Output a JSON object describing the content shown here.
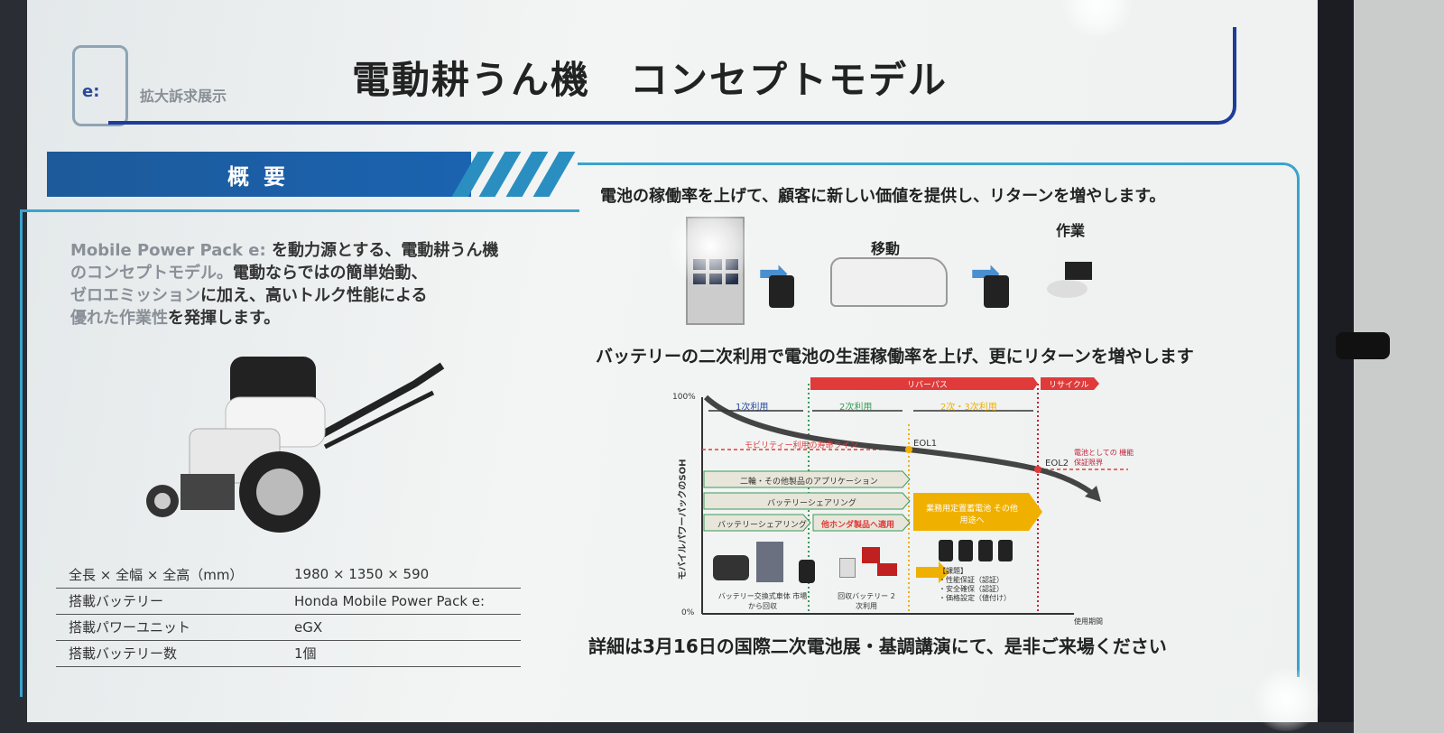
{
  "header": {
    "title": "電動耕うん機　コンセプトモデル",
    "subtitle": "拡大訴求展示",
    "logo": "e:"
  },
  "overview": {
    "section_label": "概要",
    "description_gray": "Mobile Power Pack e:",
    "description": "を動力源とする、電動耕うん機",
    "description_gray2": "のコンセプトモデル。",
    "description_rest": "電動ならではの簡単始動、",
    "description_gray3": "ゼロエミッション",
    "description_rest2": "に加え、高いトルク性能による",
    "description_gray4": "優れた作業性",
    "description_rest3": "を発揮します。"
  },
  "specs": [
    {
      "label": "全長 × 全幅 × 全高（mm）",
      "value": "1980 × 1350 × 590"
    },
    {
      "label": "搭載バッテリー",
      "value": "Honda Mobile Power Pack e:"
    },
    {
      "label": "搭載パワーユニット",
      "value": "eGX"
    },
    {
      "label": "搭載バッテリー数",
      "value": "1個"
    }
  ],
  "right": {
    "headline1": "電池の稼働率を上げて、顧客に新しい価値を提供し、リターンを増やします。",
    "move_label": "移動",
    "work_label": "作業",
    "headline2": "バッテリーの二次利用で電池の生涯稼働率を上げ、更にリターンを増やします",
    "footer": "詳細は3月16日の国際二次電池展・基調講演にて、是非ご来場ください"
  },
  "diagram": {
    "y_label": "モバイルパワーパックのSOH",
    "y_top": "100%",
    "y_bottom": "0%",
    "x_label": "使用期間",
    "rebirth": "リバーパス",
    "recycle": "リサイクル",
    "use1": "1次利用",
    "use2": "2次利用",
    "use23": "2次・3次利用",
    "mobility_line": "モビリティー利用の寿命ライン",
    "eol1": "EOL1",
    "eol2": "EOL2",
    "limit": "電池としての 機能保証限界",
    "app1": "二輪・その他製品のアプリケーション",
    "app2": "バッテリーシェアリング",
    "app3": "バッテリーシェアリング",
    "app4": "他ホンダ製品へ適用",
    "app5": "業務用定置蓄電池 その他用途へ",
    "cap1": "バッテリー交換式車体 市場から回収",
    "cap2": "回収バッテリー 2次利用",
    "issues": "【課題】",
    "issue1": "・性能保証（認証）",
    "issue2": "・安全確保（認証）",
    "issue3": "・価格設定（値付け）",
    "colors": {
      "red": "#e03a3a",
      "green": "#3a9a5a",
      "orange": "#f0b000",
      "blue": "#2a4aa0"
    }
  }
}
